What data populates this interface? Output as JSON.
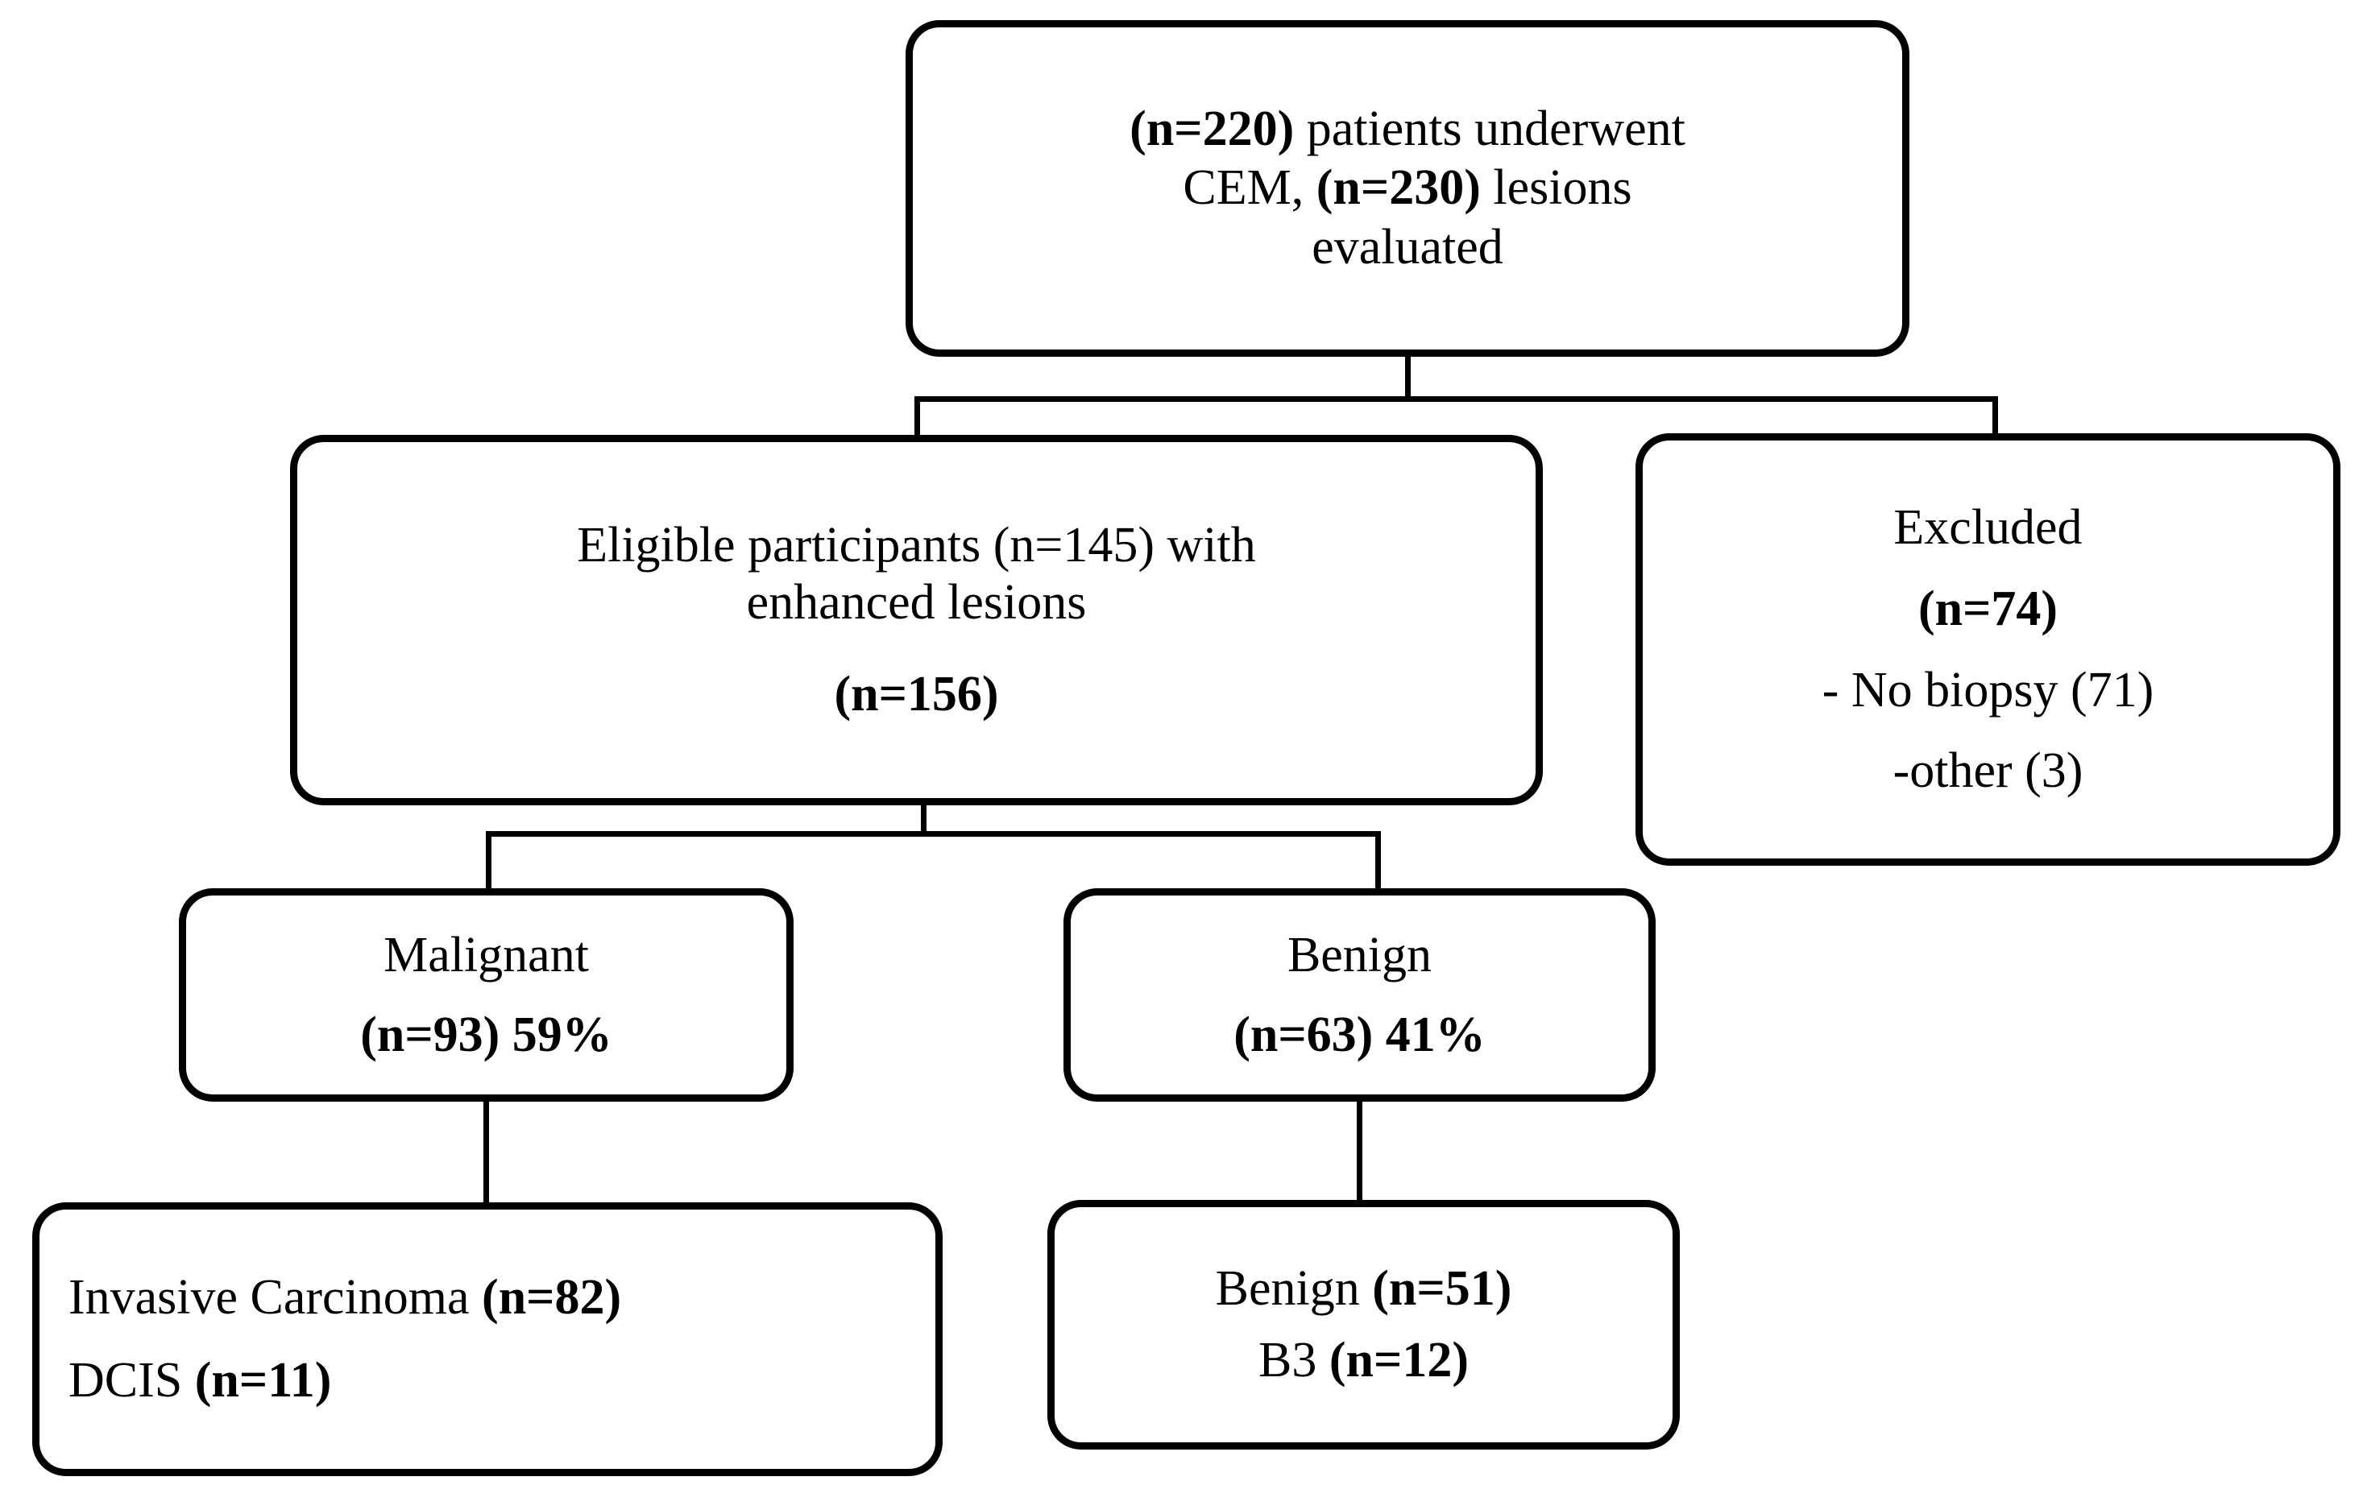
{
  "diagram": {
    "type": "flowchart",
    "title": "CEM patient/lesion selection flow",
    "line_color": "#000000",
    "box_fill": "#ffffff",
    "nodes": {
      "enrolled": {
        "id": "enrolled",
        "lines": [
          {
            "segments": [
              {
                "text": "(n=220)",
                "bold": true
              },
              {
                "text": " patients underwent",
                "bold": false
              }
            ]
          },
          {
            "segments": [
              {
                "text": "CEM, ",
                "bold": false
              },
              {
                "text": "(n=230)",
                "bold": true
              },
              {
                "text": " lesions",
                "bold": false
              }
            ]
          },
          {
            "segments": [
              {
                "text": "evaluated",
                "bold": false
              }
            ]
          }
        ]
      },
      "eligible": {
        "id": "eligible",
        "lines": [
          {
            "segments": [
              {
                "text": "Eligible participants (n=145) with",
                "bold": false
              }
            ]
          },
          {
            "segments": [
              {
                "text": "enhanced lesions",
                "bold": false
              }
            ]
          },
          {
            "gap": true
          },
          {
            "segments": [
              {
                "text": "(n=156)",
                "bold": true
              }
            ]
          }
        ]
      },
      "excluded": {
        "id": "excluded",
        "lines": [
          {
            "segments": [
              {
                "text": "Excluded",
                "bold": false
              }
            ]
          },
          {
            "gap": true
          },
          {
            "segments": [
              {
                "text": "(n=74)",
                "bold": true
              }
            ]
          },
          {
            "gap": true
          },
          {
            "segments": [
              {
                "text": "- No biopsy (71)",
                "bold": false
              }
            ]
          },
          {
            "gap": true
          },
          {
            "segments": [
              {
                "text": "-other (3)",
                "bold": false
              }
            ]
          }
        ]
      },
      "malignant": {
        "id": "malignant",
        "lines": [
          {
            "segments": [
              {
                "text": "Malignant",
                "bold": false
              }
            ]
          },
          {
            "gap": true
          },
          {
            "segments": [
              {
                "text": "(n=93) 59%",
                "bold": true
              }
            ]
          }
        ]
      },
      "benign": {
        "id": "benign",
        "lines": [
          {
            "segments": [
              {
                "text": "Benign",
                "bold": false
              }
            ]
          },
          {
            "gap": true
          },
          {
            "segments": [
              {
                "text": "(n=63) 41%",
                "bold": true
              }
            ]
          }
        ]
      },
      "malignant_detail": {
        "id": "malignant_detail",
        "lines": [
          {
            "segments": [
              {
                "text": "Invasive Carcinoma ",
                "bold": false
              },
              {
                "text": "(n=82)",
                "bold": true
              }
            ]
          },
          {
            "gap": true
          },
          {
            "segments": [
              {
                "text": "DCIS ",
                "bold": false
              },
              {
                "text": "(n=11)",
                "bold": true
              }
            ]
          }
        ]
      },
      "benign_detail": {
        "id": "benign_detail",
        "lines": [
          {
            "segments": [
              {
                "text": "Benign ",
                "bold": false
              },
              {
                "text": "(n=51)",
                "bold": true
              }
            ]
          },
          {
            "gap": true
          },
          {
            "segments": [
              {
                "text": "B3 ",
                "bold": false
              },
              {
                "text": "(n=12)",
                "bold": true
              }
            ]
          }
        ]
      }
    },
    "edges": [
      {
        "from": "enrolled",
        "to": "eligible"
      },
      {
        "from": "enrolled",
        "to": "excluded"
      },
      {
        "from": "eligible",
        "to": "malignant"
      },
      {
        "from": "eligible",
        "to": "benign"
      },
      {
        "from": "malignant",
        "to": "malignant_detail"
      },
      {
        "from": "benign",
        "to": "benign_detail"
      }
    ],
    "counts": {
      "patients_underwent_cem": 220,
      "lesions_evaluated": 230,
      "eligible_participants": 145,
      "eligible_lesions": 156,
      "excluded_total": 74,
      "excluded_no_biopsy": 71,
      "excluded_other": 3,
      "malignant_n": 93,
      "malignant_pct": "59%",
      "benign_n": 63,
      "benign_pct": "41%",
      "invasive_carcinoma_n": 82,
      "dcis_n": 11,
      "benign_final_n": 51,
      "b3_n": 12
    }
  }
}
